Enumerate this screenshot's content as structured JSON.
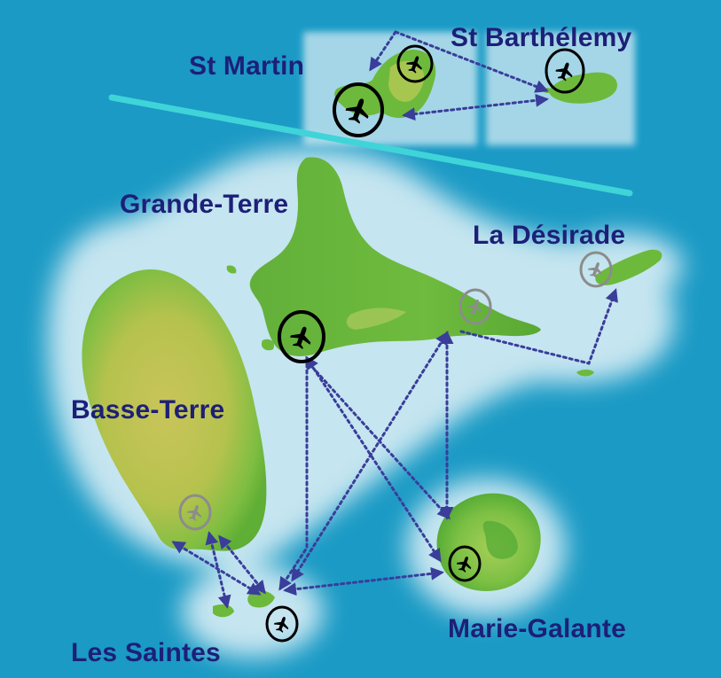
{
  "labels": {
    "st_martin": "St Martin",
    "st_barthelemy": "St Barthélemy",
    "grande_terre": "Grande-Terre",
    "la_desirade": "La Désirade",
    "basse_terre": "Basse-Terre",
    "marie_galante": "Marie-Galante",
    "les_saintes": "Les Saintes"
  },
  "airports": [
    {
      "island": "St Martin",
      "type": "main",
      "icon": "airplane-icon"
    },
    {
      "island": "St Martin",
      "type": "regional",
      "icon": "airplane-icon"
    },
    {
      "island": "St Barthélemy",
      "type": "regional",
      "icon": "airplane-icon"
    },
    {
      "island": "Grande-Terre",
      "type": "main",
      "icon": "airplane-icon"
    },
    {
      "island": "Grande-Terre",
      "type": "inactive",
      "icon": "airplane-icon"
    },
    {
      "island": "La Désirade",
      "type": "inactive",
      "icon": "airplane-icon"
    },
    {
      "island": "Basse-Terre",
      "type": "inactive",
      "icon": "airplane-icon"
    },
    {
      "island": "Marie-Galante",
      "type": "regional",
      "icon": "airplane-icon"
    },
    {
      "island": "Les Saintes",
      "type": "regional",
      "icon": "airplane-icon"
    }
  ],
  "colors": {
    "sea": "#1a9ac5",
    "shallow": "#bfe2ef",
    "land": "#68b83a",
    "land_inner": "#c7c657",
    "route": "#3a3d9a",
    "label": "#1d1f78",
    "divider": "#3fd4d8"
  }
}
